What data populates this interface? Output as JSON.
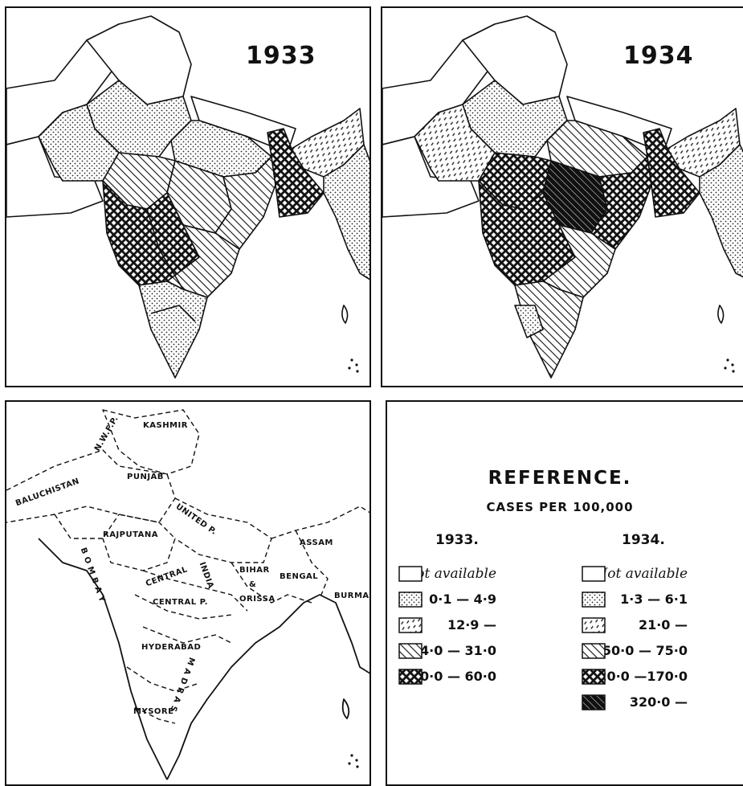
{
  "maps": {
    "left_year": "1933",
    "right_year": "1934"
  },
  "reference_map": {
    "provinces": {
      "kashmir": "KASHMIR",
      "nwfp": "N.W.F.P.",
      "baluchistan": "BALUCHISTAN",
      "punjab": "PUNJAB",
      "rajputana": "RAJPUTANA",
      "united_p": "UNITED P.",
      "assam": "ASSAM",
      "bihar": "BIHAR",
      "and_sign": "&",
      "orissa": "ORISSA",
      "bengal": "BENGAL",
      "burma": "BURMA",
      "central_india_a": "CENTRAL",
      "central_india_b": "INDIA",
      "central_p": "CENTRAL P.",
      "hyderabad": "HYDERABAD",
      "mysore": "MYSORE",
      "bombay": "B O M B A Y",
      "madras": "M A D R A S"
    }
  },
  "legend": {
    "title": "REFERENCE.",
    "subtitle": "CASES  PER  100,000",
    "col_1933": "1933.",
    "col_1934": "1934.",
    "rows_1933": [
      {
        "label": "Not available",
        "pattern": "blank"
      },
      {
        "label": "0·1 —  4·9",
        "pattern": "dots"
      },
      {
        "label": "12·9 —",
        "pattern": "dashes"
      },
      {
        "label": "24·0 — 31·0",
        "pattern": "hatch"
      },
      {
        "label": "50·0 — 60·0",
        "pattern": "cross"
      }
    ],
    "rows_1934": [
      {
        "label": "Not available",
        "pattern": "blank"
      },
      {
        "label": "1·3 —  6·1",
        "pattern": "dots"
      },
      {
        "label": "21·0 —",
        "pattern": "dashes"
      },
      {
        "label": "50·0 — 75·0",
        "pattern": "hatch"
      },
      {
        "label": "120·0 —170·0",
        "pattern": "cross"
      },
      {
        "label": "320·0 —",
        "pattern": "black"
      }
    ]
  }
}
